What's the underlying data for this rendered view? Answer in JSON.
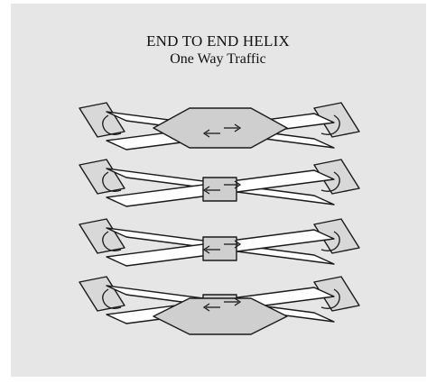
{
  "diagram": {
    "title": "END TO END HELIX",
    "subtitle": "One Way Traffic",
    "colors": {
      "background": "#e6e6e6",
      "stroke": "#1a1a1a",
      "ramp_top": "#ffffff",
      "ramp_side": "#cfcfcf",
      "turn_floor": "#d8d8d8"
    },
    "levels": 4,
    "icons": [
      "direction-arrow-icon",
      "direction-arrow-icon"
    ]
  }
}
